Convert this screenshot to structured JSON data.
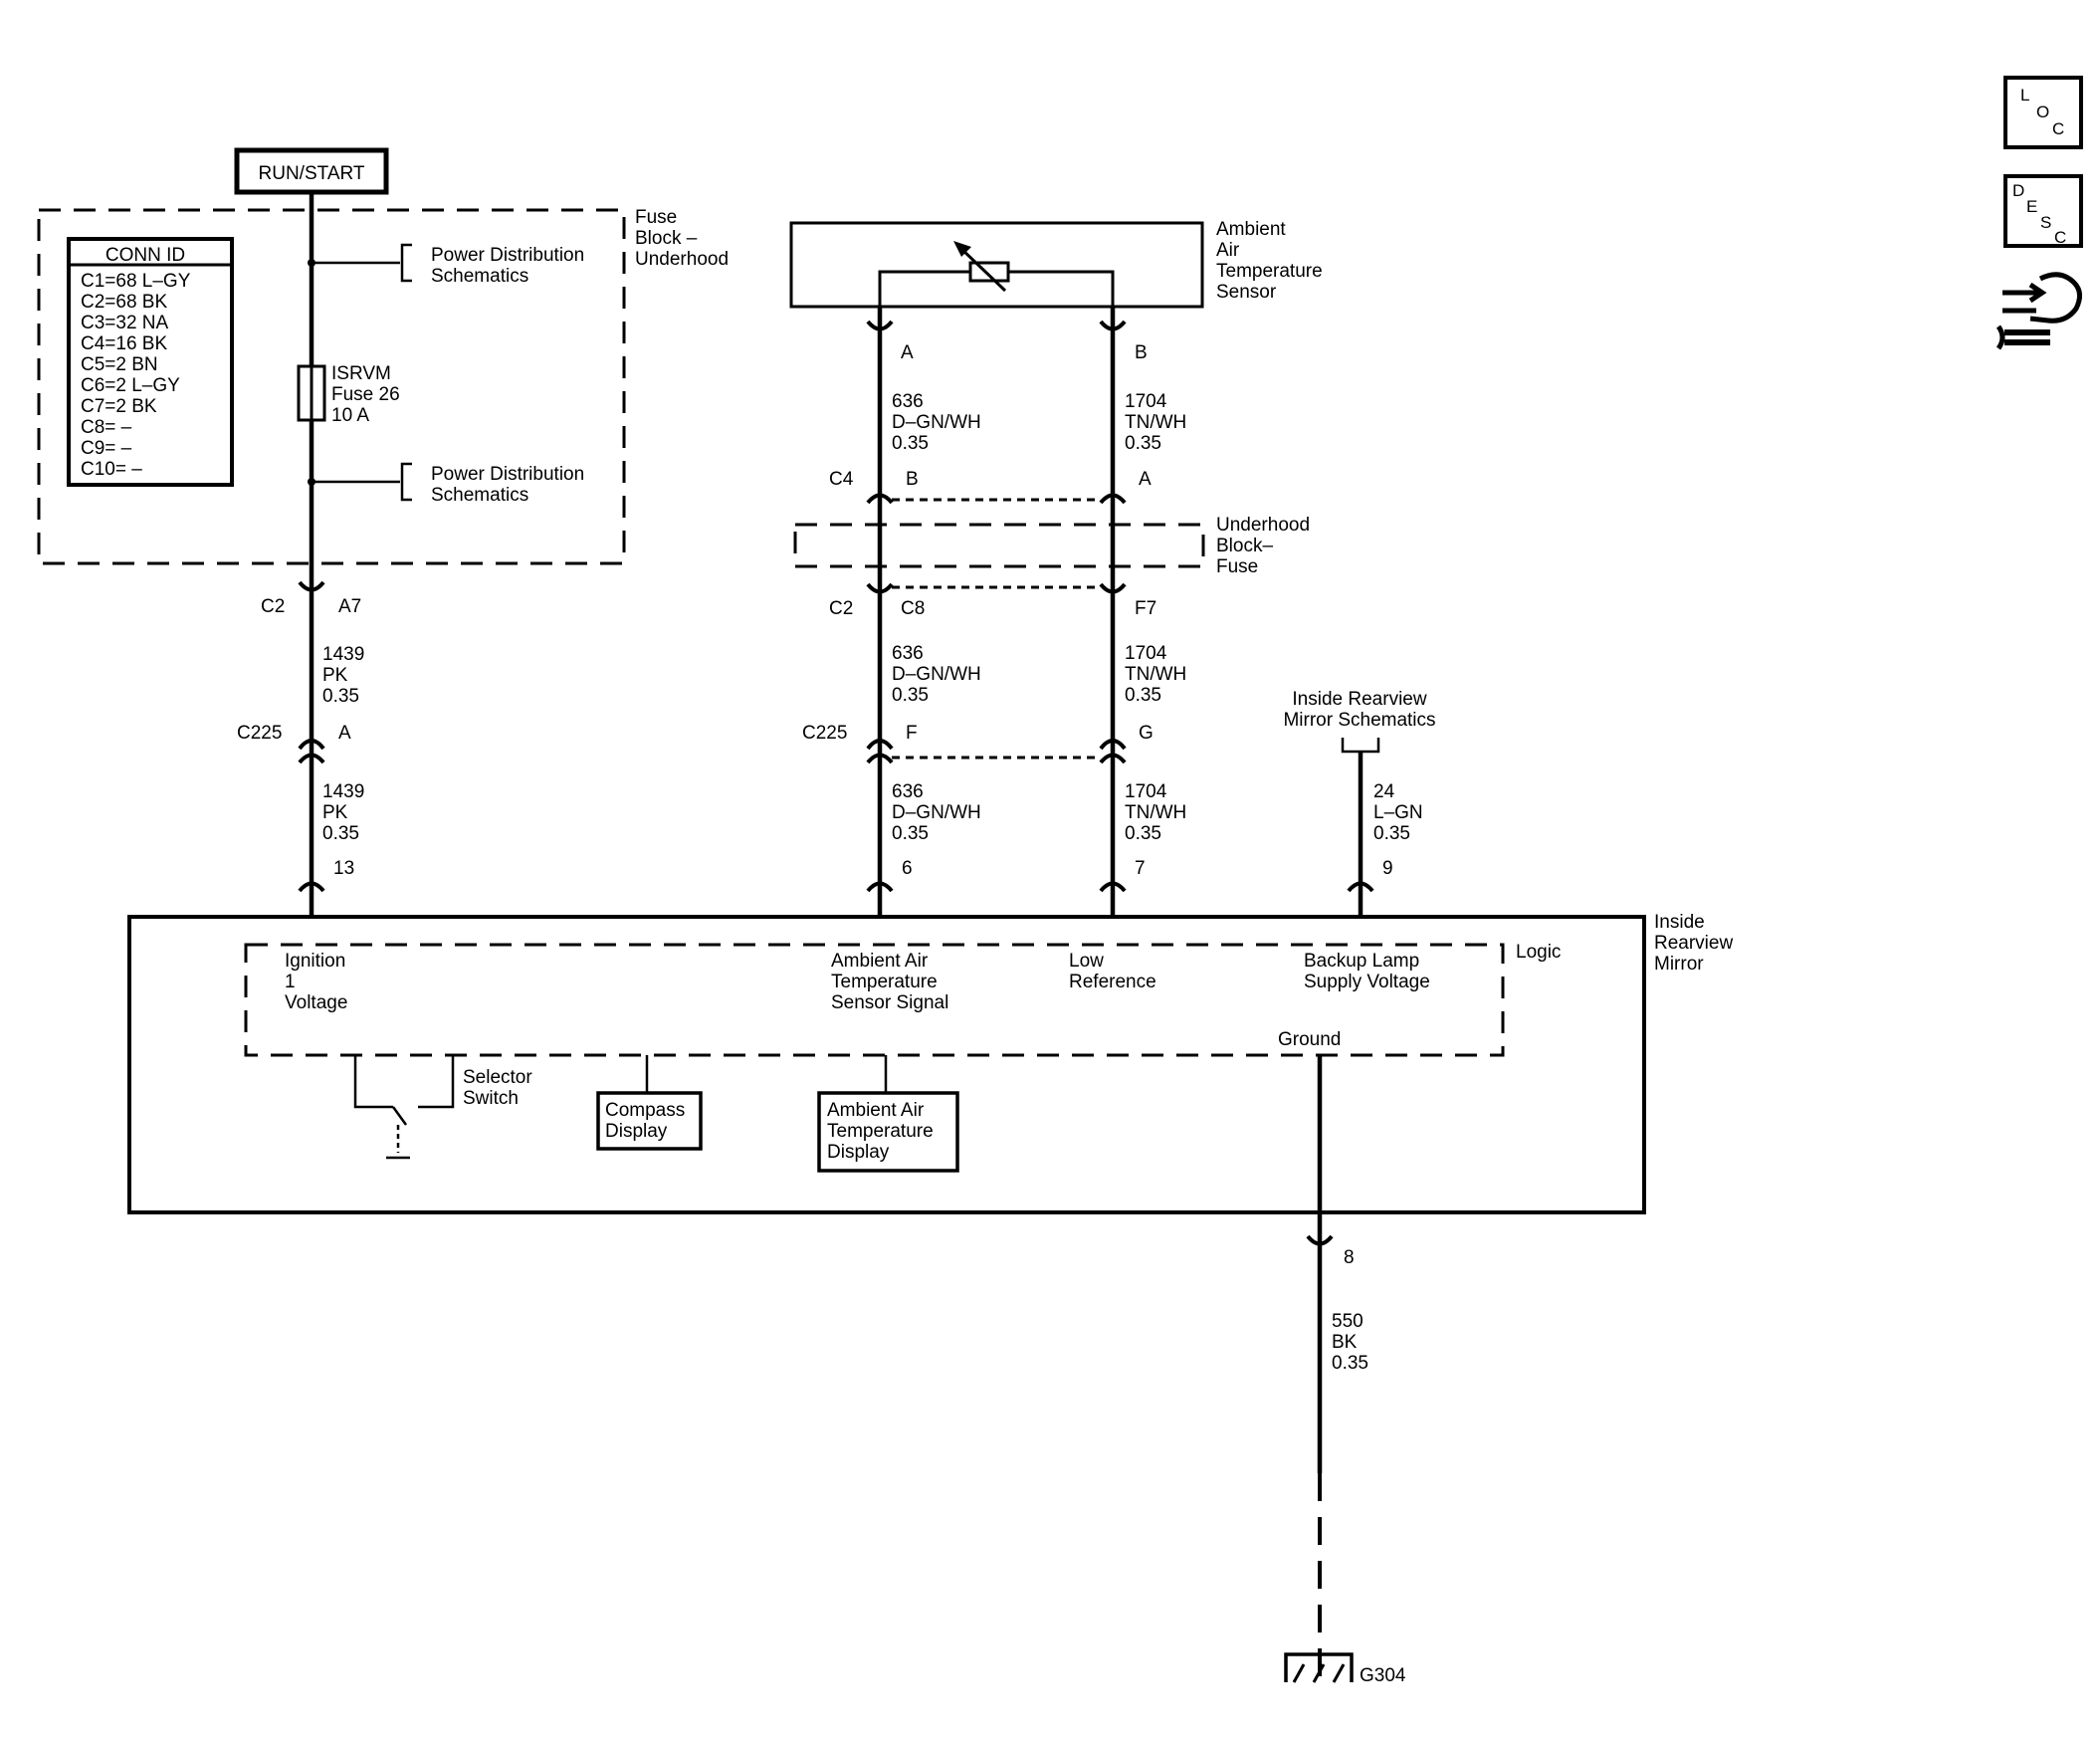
{
  "run_start": "RUN/START",
  "conn_id": {
    "title": "CONN ID",
    "rows": [
      "C1=68 L–GY",
      "C2=68 BK",
      "C3=32 NA",
      "C4=16 BK",
      "C5=2 BN",
      "C6=2 L–GY",
      "C7=2 BK",
      "C8= –",
      "C9= –",
      "C10= –"
    ]
  },
  "fuse_block": [
    "Fuse",
    "Block –",
    "Underhood"
  ],
  "power_dist_1": [
    "Power Distribution",
    "Schematics"
  ],
  "power_dist_2": [
    "Power Distribution",
    "Schematics"
  ],
  "fuse": [
    "ISRVM",
    "Fuse 26",
    "10 A"
  ],
  "sensor": [
    "Ambient",
    "Air",
    "Temperature",
    "Sensor"
  ],
  "underhood": [
    "Underhood",
    "Block–",
    "Fuse"
  ],
  "mirror_schem": [
    "Inside Rearview",
    "Mirror Schematics"
  ],
  "mirror_title": [
    "Inside",
    "Rearview",
    "Mirror"
  ],
  "logic": "Logic",
  "connectors": {
    "c2": "C2",
    "a7": "A7",
    "c225_l": "C225",
    "a": "A",
    "pin13": "13",
    "sa": "A",
    "sb": "B",
    "c4": "C4",
    "c4b": "B",
    "c4a": "A",
    "c2m": "C2",
    "c8": "C8",
    "f7": "F7",
    "c225_m": "C225",
    "f": "F",
    "g": "G",
    "pin6": "6",
    "pin7": "7",
    "pin9": "9",
    "pin8": "8"
  },
  "wires": {
    "w1439a": [
      "1439",
      "PK",
      "0.35"
    ],
    "w1439b": [
      "1439",
      "PK",
      "0.35"
    ],
    "w636a": [
      "636",
      "D–GN/WH",
      "0.35"
    ],
    "w1704a": [
      "1704",
      "TN/WH",
      "0.35"
    ],
    "w636b": [
      "636",
      "D–GN/WH",
      "0.35"
    ],
    "w1704b": [
      "1704",
      "TN/WH",
      "0.35"
    ],
    "w636c": [
      "636",
      "D–GN/WH",
      "0.35"
    ],
    "w1704c": [
      "1704",
      "TN/WH",
      "0.35"
    ],
    "w24": [
      "24",
      "L–GN",
      "0.35"
    ],
    "w550": [
      "550",
      "BK",
      "0.35"
    ]
  },
  "inputs": {
    "ign": [
      "Ignition",
      "1",
      "Voltage"
    ],
    "aat": [
      "Ambient Air",
      "Temperature",
      "Sensor Signal"
    ],
    "low": [
      "Low",
      "Reference"
    ],
    "backup": [
      "Backup Lamp",
      "Supply Voltage"
    ],
    "ground": "Ground"
  },
  "selector": [
    "Selector",
    "Switch"
  ],
  "compass": [
    "Compass",
    "Display"
  ],
  "aat_display": [
    "Ambient Air",
    "Temperature",
    "Display"
  ],
  "ground_id": "G304",
  "icons": {
    "loc": [
      "L",
      "O",
      "C"
    ],
    "desc": [
      "D",
      "E",
      "S",
      "C"
    ],
    "tools": "wrench-hand-icon"
  }
}
